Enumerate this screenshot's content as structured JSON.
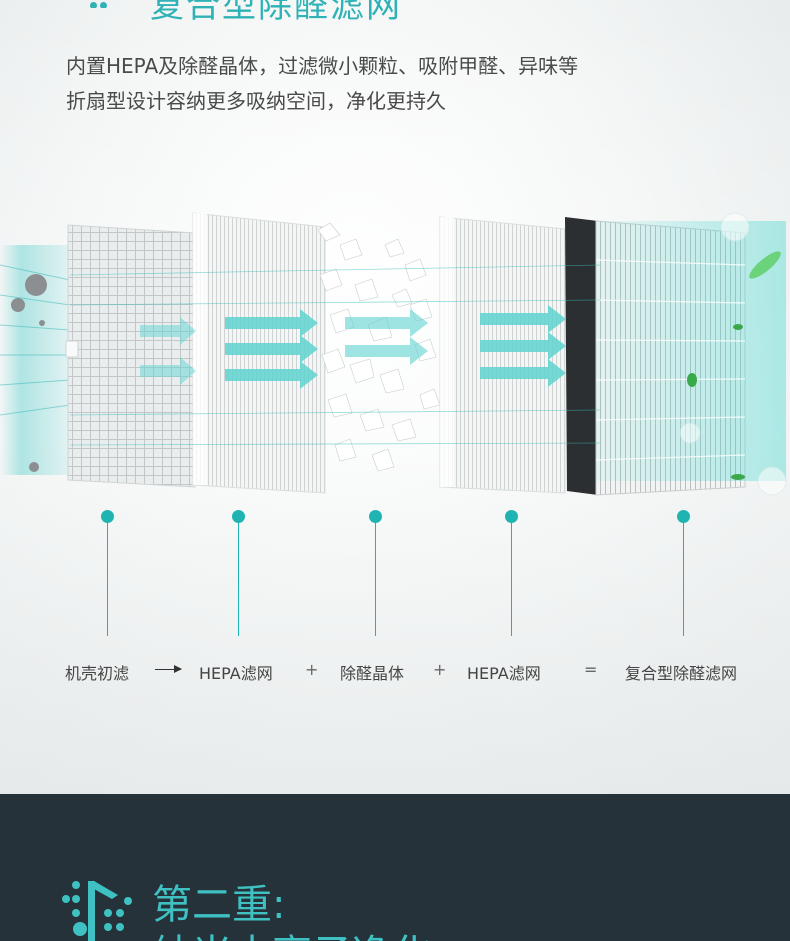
{
  "header": {
    "title": "复合型除醛滤网",
    "desc_line1": "内置HEPA及除醛晶体，过滤微小颗粒、吸附甲醛、异味等",
    "desc_line2": "折扇型设计容纳更多吸纳空间，净化更持久"
  },
  "flow": {
    "items": [
      "机壳初滤",
      "HEPA滤网",
      "除醛晶体",
      "HEPA滤网",
      "复合型除醛滤网"
    ],
    "operators": [
      "+",
      "+",
      "="
    ]
  },
  "section2": {
    "title": "第二重:",
    "subtitle": "纳米水离子净化"
  },
  "colors": {
    "accent": "#1fb4b2",
    "title_teal": "#3fc1c3",
    "dark_band": "#26323a"
  },
  "icons": [
    "dots-arrow-icon",
    "water-ion-icon"
  ]
}
